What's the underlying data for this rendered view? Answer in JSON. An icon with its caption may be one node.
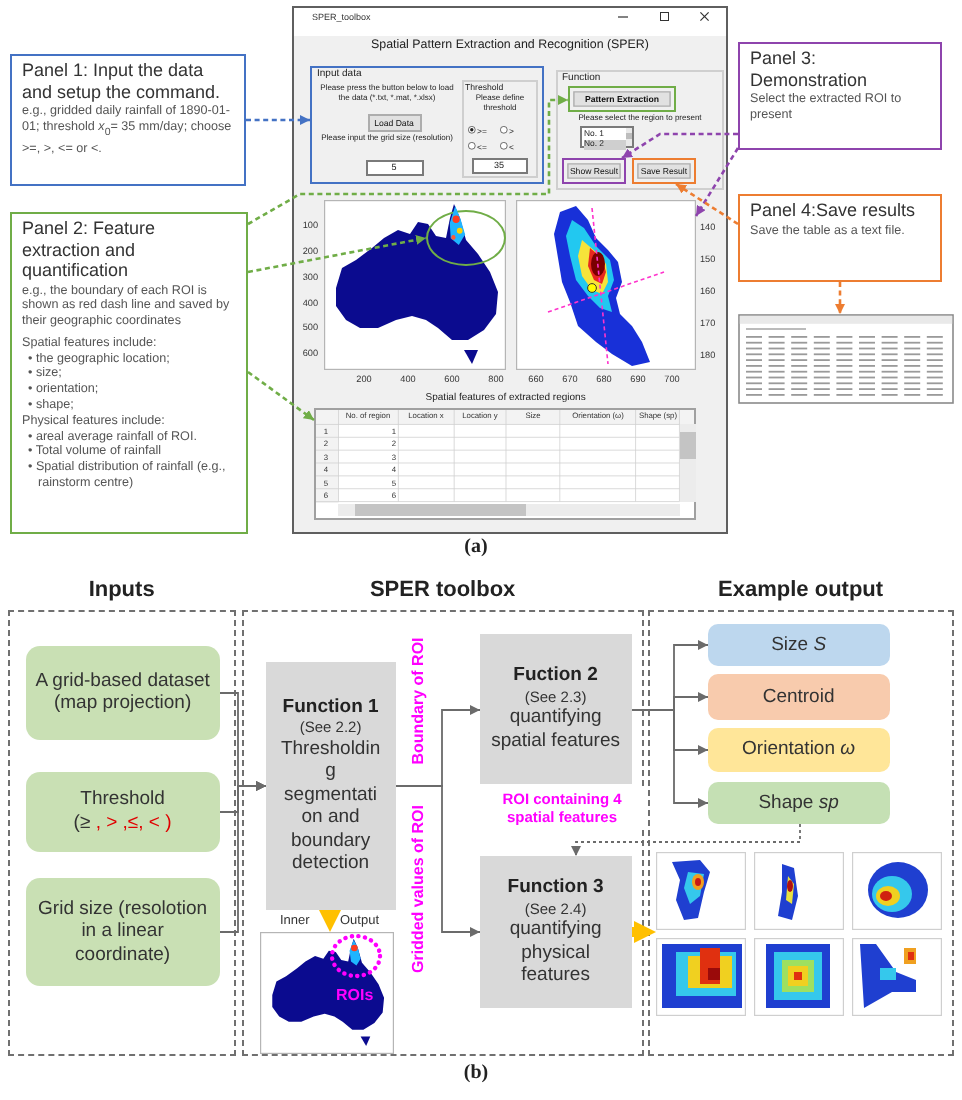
{
  "diagram": {
    "nodes": [
      {
        "text": [
          "Panel 1: Input the data and setup the command.",
          "e.g., gridded daily rainfall of 1890-01-01; threshold *x*$_{0}$= 35 mm/day; choose >=, >, <= or <."
        ]
      },
      {
        "text": [
          "Panel 2: Feature extraction and quantification",
          "e.g., the boundary of each ROI is shown as red dash line and saved by their geographic coordinates",
          "Spatial features include:",
          "• the geographic location;",
          "• size;",
          "• orientation;",
          "• shape;",
          "Physical features include:",
          "• areal average rainfall of ROI.",
          "• Total volume of rainfall",
          "• Spatial distribution of rainfall (e.g., rainstorm centre)"
        ]
      },
      {
        "text": [
          "SPER_toolbox",
          "Spatial Pattern Extraction and Recognition (SPER)"
        ]
      },
      {
        "text": [
          "Input data",
          "Please press the button below to load the data (*.txt, *.mat, *.xlsx)",
          "Please input the grid size (resolution)"
        ],
        "in": 2
      },
      {
        "text": [
          "Load Data"
        ],
        "in": 3
      },
      {
        "text": [
          "5"
        ],
        "in": 3
      },
      {
        "text": [
          "Threshold",
          "Please define threshold"
        ],
        "in": 3
      },
      {
        "text": [
          "35"
        ],
        "in": 6
      },
      {
        "text": [
          "Function",
          "Please select the region to present"
        ],
        "in": 2
      },
      {
        "text": [
          "Pattern Extraction"
        ],
        "in": 8
      },
      {
        "text": [
          "No. 1",
          "No. 2"
        ],
        "in": 8
      },
      {
        "text": [
          "Show Result"
        ],
        "in": 8
      },
      {
        "text": [
          "Save Result"
        ],
        "in": 8
      },
      {
        "text": [],
        "shape": "picture",
        "in": 2
      },
      {
        "text": [],
        "shape": "circle",
        "in": 13
      },
      {
        "text": [],
        "shape": "picture",
        "in": 2
      },
      {
        "text": [
          "Spatial features of extracted regions"
        ],
        "in": 2
      },
      {
        "text": [
          "Panel 3: Demonstration",
          "Select the extracted ROI to present"
        ]
      },
      {
        "text": [
          "Panel 4:Save results",
          "Save the table as a text file."
        ]
      },
      {
        "text": [],
        "shape": "picture"
      },
      {
        "text": [
          "Inputs"
        ]
      },
      {
        "text": [
          "A grid-based dataset (map projection)"
        ],
        "in": 20
      },
      {
        "text": [
          "Threshold",
          "(≥ , > ,≤, < )"
        ],
        "in": 20
      },
      {
        "text": [
          "Grid size (resolotion in a linear coordinate)"
        ],
        "in": 20
      },
      {
        "text": [
          "SPER toolbox"
        ]
      },
      {
        "text": [
          "Function 1",
          "(See 2.2)",
          "Thresholding segmentation and boundary detection"
        ],
        "in": 24
      },
      {
        "text": [
          "Fuction 2",
          "(See 2.3)",
          "quantifying spatial features"
        ],
        "in": 24
      },
      {
        "text": [
          "Function 3",
          "(See 2.4)",
          "quantifying physical features"
        ],
        "in": 24
      },
      {
        "text": [],
        "shape": "picture",
        "in": 24
      },
      {
        "text": [
          "Example output"
        ]
      },
      {
        "text": [
          "Size *S*"
        ],
        "in": 29
      },
      {
        "text": [
          "Centroid"
        ],
        "in": 29
      },
      {
        "text": [
          "Orientation *ω*"
        ],
        "in": 29
      },
      {
        "text": [
          "Shape *sp*"
        ],
        "in": 29
      },
      {
        "text": [],
        "shape": "picture",
        "in": 29
      }
    ],
    "edges": [
      {
        "from": 0,
        "to": 3,
        "arrow": "to",
        "style": "dashed",
        "color": "#4472c4"
      },
      {
        "from": 1,
        "to": 9,
        "arrow": "to",
        "style": "dashed",
        "color": "#70ad47"
      },
      {
        "from": 1,
        "to": 14,
        "arrow": "to",
        "style": "dashed",
        "color": "#70ad47"
      },
      {
        "from": 1,
        "to": 16,
        "arrow": "to",
        "style": "dashed",
        "color": "#70ad47"
      },
      {
        "from": 17,
        "to": 11,
        "arrow": "to",
        "style": "dashed",
        "color": "#8e44ad"
      },
      {
        "from": 17,
        "to": 15,
        "arrow": "to",
        "style": "dashed",
        "color": "#8e44ad"
      },
      {
        "from": 18,
        "to": 12,
        "arrow": "to",
        "style": "dashed",
        "color": "#ed7d31"
      },
      {
        "from": 18,
        "to": 19,
        "arrow": "to",
        "style": "dashed",
        "color": "#ed7d31"
      },
      {
        "from": 21,
        "to": 25,
        "arrow": "to"
      },
      {
        "from": 22,
        "to": 25,
        "arrow": "to"
      },
      {
        "from": 23,
        "to": 25,
        "arrow": "to"
      },
      {
        "from": 25,
        "to": 26,
        "arrow": "to",
        "label": "Boundary of ROI"
      },
      {
        "from": 25,
        "to": 27,
        "arrow": "to",
        "label": "Gridded values of ROI"
      },
      {
        "from": 25,
        "to": 28,
        "arrow": "to",
        "style": "thick",
        "color": "#ffc000"
      },
      {
        "from": 26,
        "to": 30,
        "arrow": "to"
      },
      {
        "from": 26,
        "to": 31,
        "arrow": "to"
      },
      {
        "from": 26,
        "to": 32,
        "arrow": "to"
      },
      {
        "from": 26,
        "to": 33,
        "arrow": "to"
      },
      {
        "from": 33,
        "to": 27,
        "arrow": "to",
        "style": "dashed",
        "label": "ROI containing 4 spatial features"
      },
      {
        "from": 27,
        "to": 34,
        "arrow": "to",
        "style": "thick",
        "color": "#ffc000"
      }
    ],
    "labels": [
      ">=",
      ">",
      "<=",
      "<",
      "100",
      "200",
      "300",
      "400",
      "500",
      "600",
      "200",
      "400",
      "600",
      "800",
      "140",
      "150",
      "160",
      "170",
      "180",
      "660",
      "670",
      "680",
      "690",
      "700",
      "No. of region",
      "Location x",
      "Location y",
      "Size",
      "Orientation (ω)",
      "Shape (sp)",
      "1",
      "1",
      "2",
      "2",
      "3",
      "3",
      "4",
      "4",
      "5",
      "5",
      "6",
      "6",
      "(a)",
      "Inner",
      "Output",
      "ROIs",
      "(b)"
    ]
  }
}
